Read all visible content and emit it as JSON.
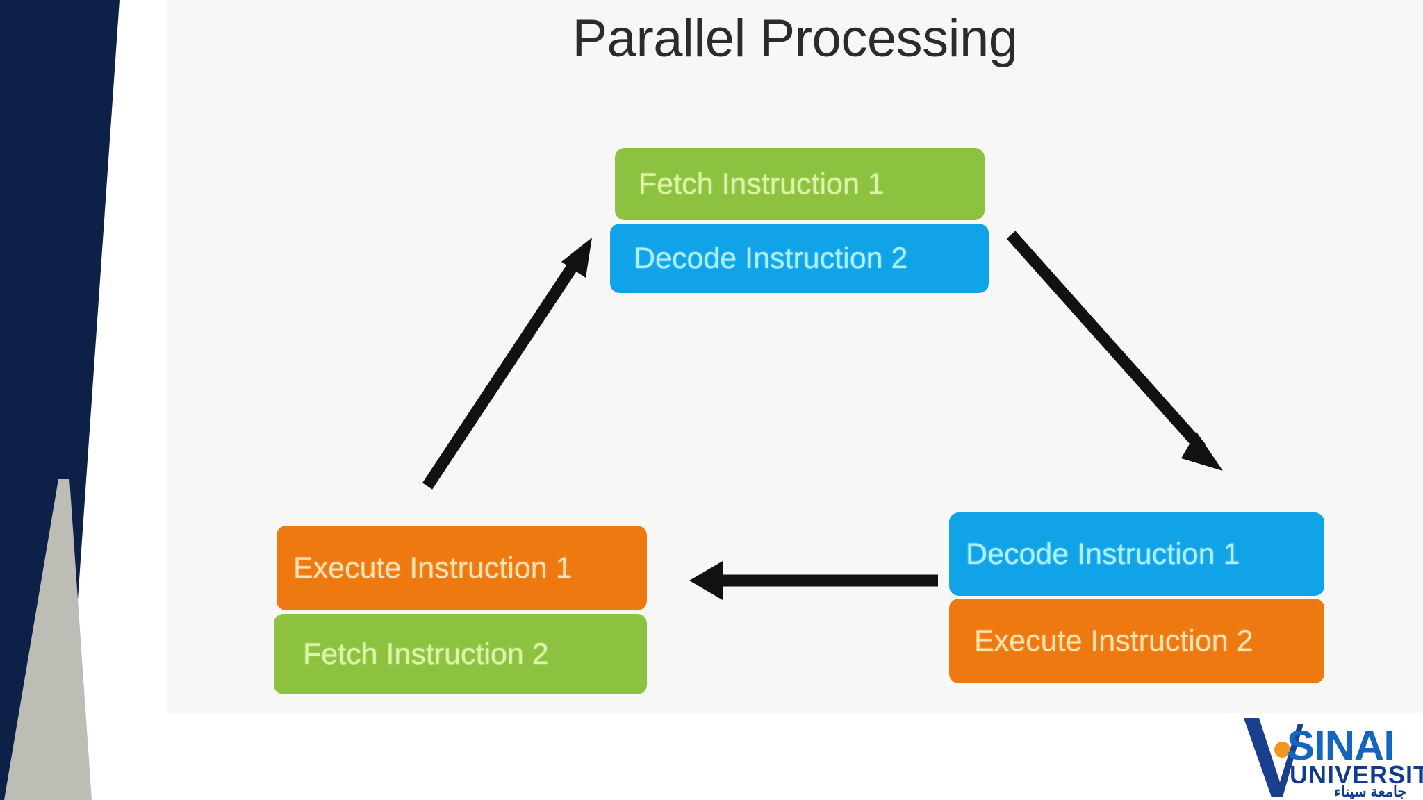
{
  "slide": {
    "title": "Parallel Processing",
    "background_color": "#f7f7f5",
    "accent_navy": "#0d2048",
    "accent_gray": "#bdbcb5"
  },
  "diagram": {
    "type": "cycle",
    "stages": [
      {
        "id": "fetch-instruction-1",
        "label": "Fetch Instruction 1",
        "color": "#8cc240",
        "color_name": "green",
        "group": "top",
        "order": 1
      },
      {
        "id": "decode-instruction-2",
        "label": "Decode Instruction 2",
        "color": "#11a3e8",
        "color_name": "blue",
        "group": "top",
        "order": 2
      },
      {
        "id": "decode-instruction-1",
        "label": "Decode Instruction 1",
        "color": "#11a3e8",
        "color_name": "blue",
        "group": "bottom-right",
        "order": 1
      },
      {
        "id": "execute-instruction-2",
        "label": "Execute Instruction 2",
        "color": "#ef7911",
        "color_name": "orange",
        "group": "bottom-right",
        "order": 2
      },
      {
        "id": "execute-instruction-1",
        "label": "Execute Instruction 1",
        "color": "#ef7911",
        "color_name": "orange",
        "group": "bottom-left",
        "order": 1
      },
      {
        "id": "fetch-instruction-2",
        "label": "Fetch Instruction 2",
        "color": "#8cc240",
        "color_name": "green",
        "group": "bottom-left",
        "order": 2
      }
    ],
    "arrows": [
      {
        "id": "arrow-top-to-right",
        "from": "top",
        "to": "bottom-right",
        "direction": "down-right",
        "color": "#000000"
      },
      {
        "id": "arrow-right-to-left",
        "from": "bottom-right",
        "to": "bottom-left",
        "direction": "left",
        "color": "#000000"
      },
      {
        "id": "arrow-left-to-top",
        "from": "bottom-left",
        "to": "top",
        "direction": "up-right",
        "color": "#000000"
      }
    ]
  },
  "logo": {
    "name": "SINAI",
    "subtitle": "UNIVERSITY",
    "arabic": "جامعة سيناء",
    "mark_color": "#1a3f8f",
    "dot_color": "#f2991d",
    "text_color": "#1565c0"
  }
}
